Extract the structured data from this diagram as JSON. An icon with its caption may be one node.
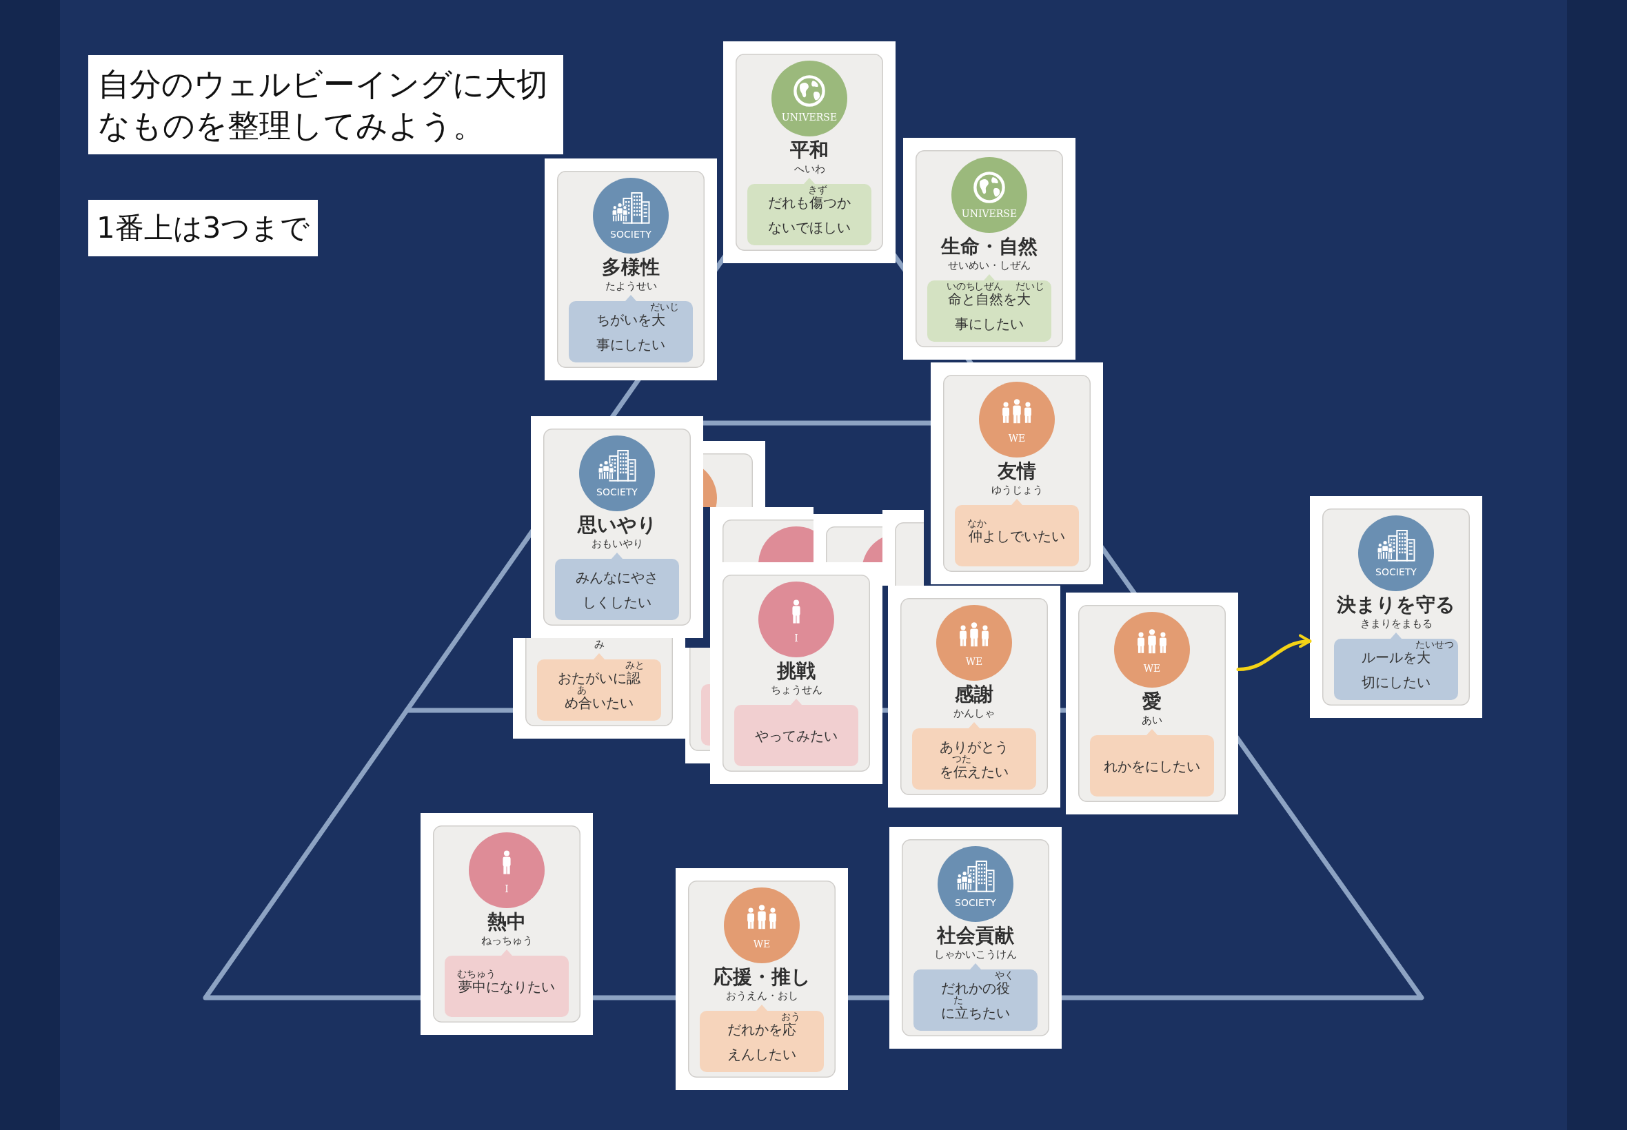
{
  "diagram": {
    "title": "自分のウェルビーイングに大切なものを整理してみよう。",
    "nodes": [
      {
        "text": [
          "多様性",
          "たようせい"
        ]
      },
      {
        "text": [
          "SOCIETY"
        ],
        "in": 0
      },
      {
        "text": [
          "ちがいを$^{だいじ}$大事にしたい"
        ],
        "in": 0
      },
      {
        "text": [
          "平和",
          "へいわ"
        ]
      },
      {
        "text": [
          "UNIVERSE"
        ],
        "in": 3
      },
      {
        "text": [
          "だれも$^{きず}$傷つかないでほしい"
        ],
        "in": 3
      },
      {
        "text": [
          "生命・自然",
          "せいめい・しぜん"
        ]
      },
      {
        "text": [
          "UNIVERSE"
        ],
        "in": 6
      },
      {
        "text": [
          "$^{いのち}$命と$^{しぜん}$自然を$^{だいじ}$大事にしたい"
        ],
        "in": 6
      },
      {
        "text": [
          "み"
        ]
      },
      {
        "text": [
          "おたがいに$^{みと}$認め$^{あ}$合いたい"
        ],
        "in": 9
      },
      {
        "text": [
          "思いやり",
          "おもいやり"
        ]
      },
      {
        "text": [
          "SOCIETY"
        ],
        "in": 11
      },
      {
        "text": [
          "みんなにやさしくしたい"
        ],
        "in": 11
      },
      {
        "text": [],
        "shape": "box"
      },
      {
        "text": [],
        "shape": "box"
      },
      {
        "text": [],
        "shape": "box"
      },
      {
        "text": [
          "挑戦",
          "ちょうせん"
        ]
      },
      {
        "text": [
          "I"
        ],
        "in": 17
      },
      {
        "text": [
          "やってみたい"
        ],
        "in": 17
      },
      {
        "text": [],
        "shape": "box"
      },
      {
        "text": [
          "感謝",
          "かんしゃ"
        ]
      },
      {
        "text": [
          "WE"
        ],
        "in": 21
      },
      {
        "text": [
          "ありがとうを$^{つた}$伝えたい"
        ],
        "in": 21
      },
      {
        "text": [],
        "shape": "box"
      },
      {
        "text": [
          "愛",
          "あい"
        ]
      },
      {
        "text": [
          "WE"
        ],
        "in": 25
      },
      {
        "text": [
          "れかをにしたい"
        ],
        "in": 25
      },
      {
        "text": [
          "友情",
          "ゆうじょう"
        ]
      },
      {
        "text": [
          "WE"
        ],
        "in": 28
      },
      {
        "text": [
          "$^{なか}$仲よしでいたい"
        ],
        "in": 28
      },
      {
        "text": [
          "決まりを守る",
          "きまりをまもる"
        ]
      },
      {
        "text": [
          "SOCIETY"
        ],
        "in": 31
      },
      {
        "text": [
          "ルールを$^{たいせつ}$大切にしたい"
        ],
        "in": 31
      },
      {
        "text": [
          "熱中",
          "ねっちゅう"
        ]
      },
      {
        "text": [
          "I"
        ],
        "in": 34
      },
      {
        "text": [
          "$^{むちゅう}$夢中になりたい"
        ],
        "in": 34
      },
      {
        "text": [
          "応援・推し",
          "おうえん・おし"
        ]
      },
      {
        "text": [
          "WE"
        ],
        "in": 37
      },
      {
        "text": [
          "だれかを$^{おう}$応えんしたい"
        ],
        "in": 37
      },
      {
        "text": [
          "社会貢献",
          "しゃかいこうけん"
        ]
      },
      {
        "text": [
          "SOCIETY"
        ],
        "in": 40
      },
      {
        "text": [
          "だれかの$^{やく}$役に$^{た}$立ちたい"
        ],
        "in": 40
      }
    ],
    "edges": [
      {
        "from": 25,
        "to": 31,
        "arrow": "to",
        "color": "#f4d316"
      }
    ],
    "labels": [
      "1番上は3つまで"
    ]
  }
}
